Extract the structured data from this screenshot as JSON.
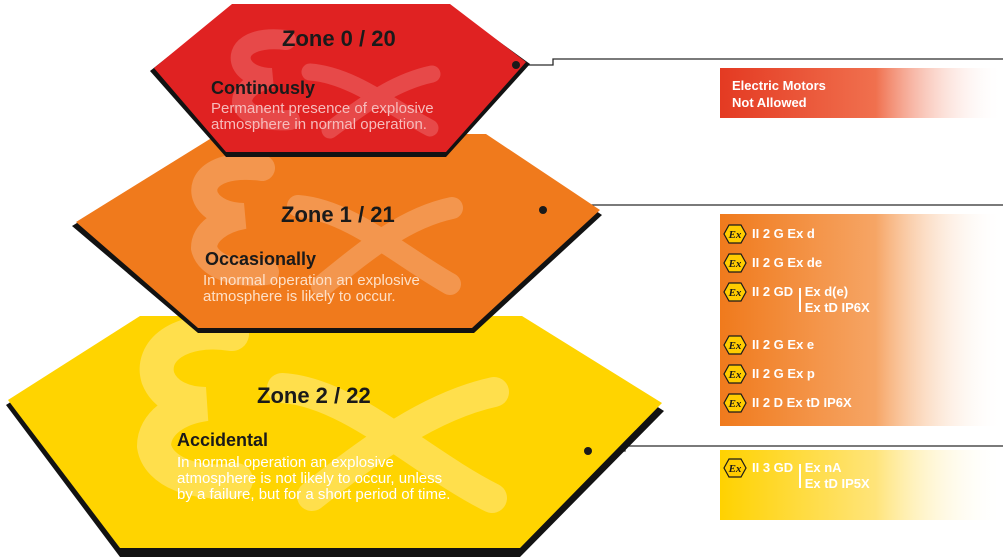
{
  "colors": {
    "zone0": "#e02222",
    "zone1": "#f07a1c",
    "zone2": "#ffd400",
    "ex_badge": "#ffcc00"
  },
  "zones": [
    {
      "title": "Zone 0 / 20",
      "heading": "Continously",
      "description": [
        "Permanent presence of explosive",
        "atmosphere in normal operation."
      ]
    },
    {
      "title": "Zone 1 / 21",
      "heading": "Occasionally",
      "description": [
        "In normal operation an explosive",
        "atmosphere is likely to occur."
      ]
    },
    {
      "title": "Zone 2 / 22",
      "heading": "Accidental",
      "description": [
        "In normal operation an explosive",
        "atmosphere is not likely to occur, unless",
        "by a failure, but for a short period of time."
      ]
    }
  ],
  "panels": {
    "zone0_text": [
      "Electric Motors",
      "Not Allowed"
    ],
    "zone1_certs": [
      {
        "code": "II 2 G Ex d"
      },
      {
        "code": "II 2 G Ex de"
      },
      {
        "code": "II 2 GD",
        "sub": [
          "Ex d(e)",
          "Ex tD IP6X"
        ]
      },
      {
        "code": "II 2 G Ex e"
      },
      {
        "code": "II 2 G Ex p"
      },
      {
        "code": "II 2 D Ex tD IP6X"
      }
    ],
    "zone2_certs": [
      {
        "code": "II 3 GD",
        "sub": [
          "Ex nA",
          "Ex tD IP5X"
        ]
      }
    ]
  },
  "icons": {
    "watermark": "epsilon-x-ex-watermark-icon",
    "cert_badge": "ex-hexagon-icon"
  }
}
